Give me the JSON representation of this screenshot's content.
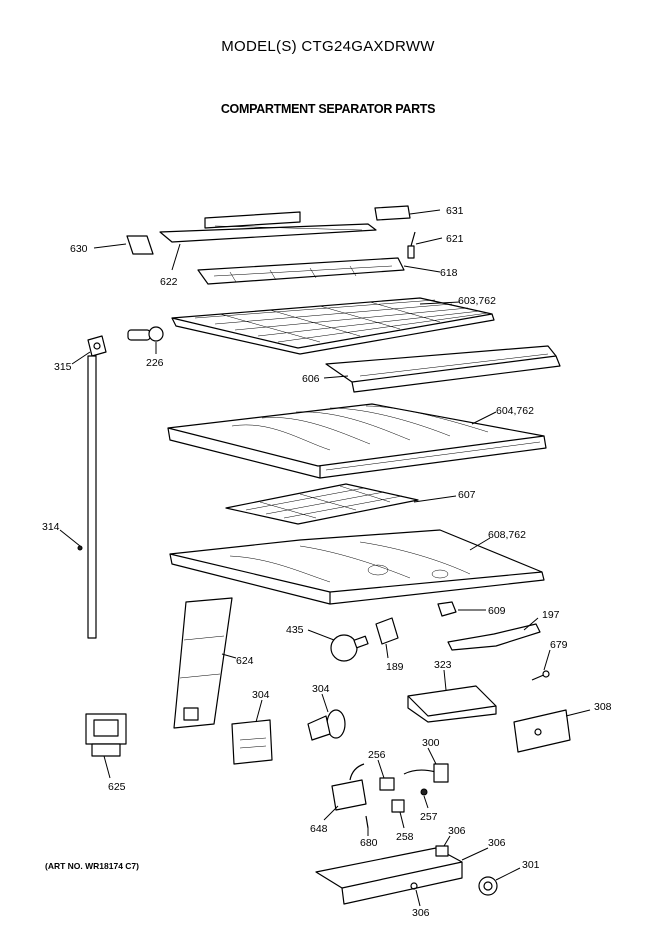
{
  "header": {
    "title": "MODEL(S) CTG24GAXDRWW",
    "subtitle": "COMPARTMENT SEPARATOR PARTS"
  },
  "footer": {
    "art_number": "(ART NO. WR18174 C7)"
  },
  "callouts": [
    "631",
    "621",
    "630",
    "622",
    "618",
    "603,762",
    "315",
    "226",
    "606",
    "604,762",
    "314",
    "607",
    "608,762",
    "609",
    "197",
    "435",
    "189",
    "624",
    "679",
    "323",
    "304",
    "304",
    "308",
    "625",
    "256",
    "300",
    "257",
    "258",
    "648",
    "680",
    "306",
    "306",
    "301",
    "306"
  ]
}
